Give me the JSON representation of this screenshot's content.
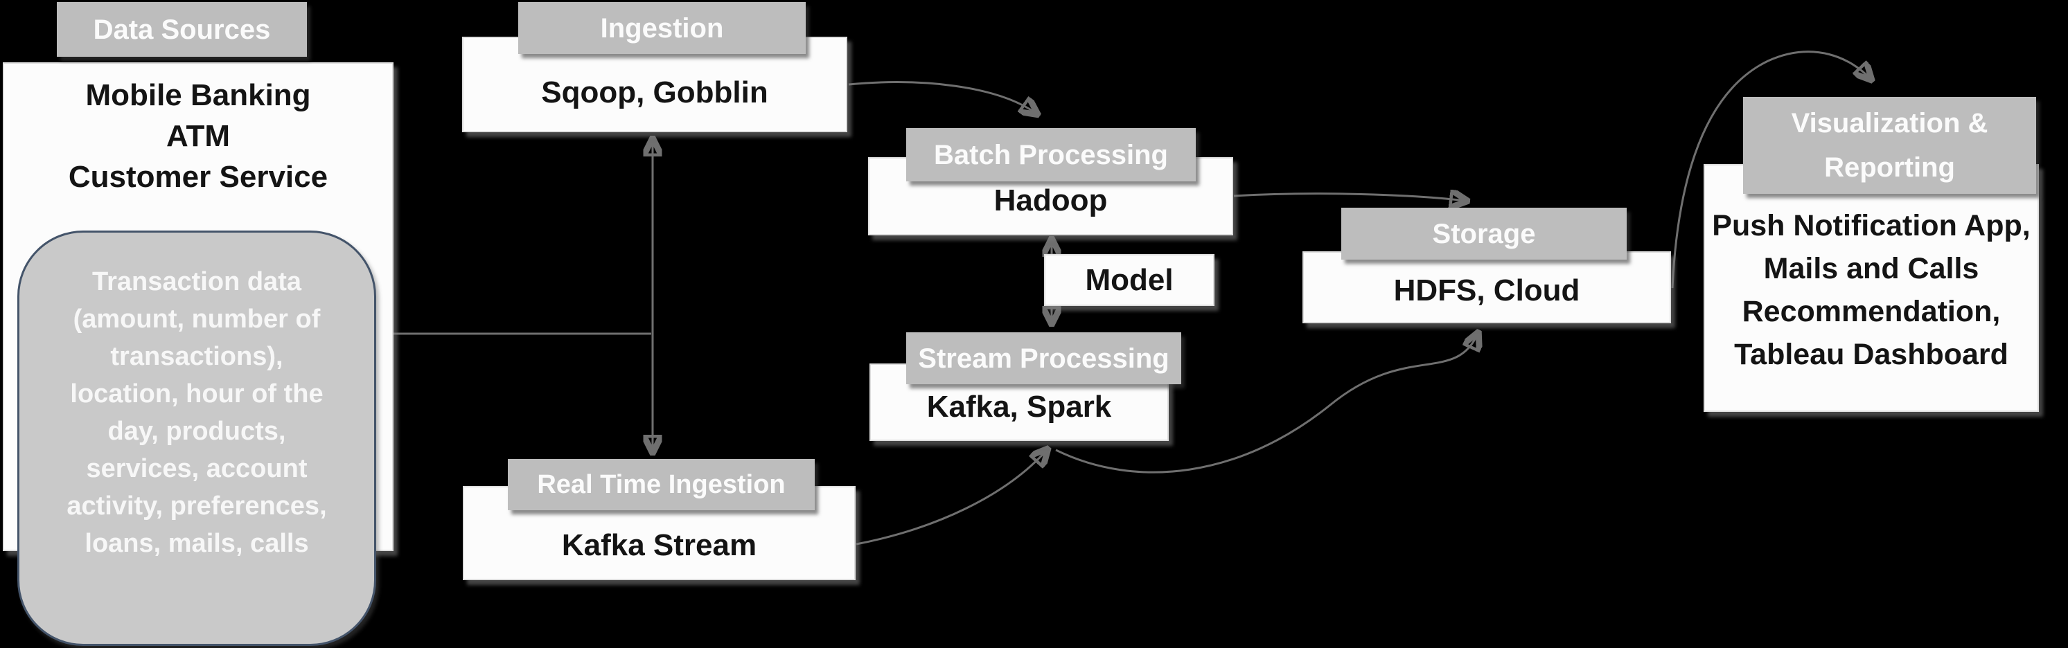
{
  "diagram": {
    "background_color": "#000000",
    "header_fill": "#bdbdbd",
    "box_fill": "#fcfcfc",
    "note_fill": "#c9c9c9",
    "note_border": "#44546a",
    "line_color": "#6f6f6f",
    "nodes": {
      "data_sources": {
        "title": "Data Sources",
        "lines": [
          "Mobile Banking",
          "ATM",
          "Customer Service"
        ]
      },
      "transaction_note": {
        "lines": [
          "Transaction data",
          "(amount, number of",
          "transactions),",
          "location, hour of the",
          "day, products,",
          "services, account",
          "activity, preferences,",
          "loans, mails, calls"
        ]
      },
      "ingestion": {
        "title": "Ingestion",
        "body": "Sqoop, Gobblin"
      },
      "real_time_ingestion": {
        "title": "Real Time Ingestion",
        "body": "Kafka Stream"
      },
      "batch_processing": {
        "title": "Batch Processing",
        "body": "Hadoop"
      },
      "model": {
        "body": "Model"
      },
      "stream_processing": {
        "title": "Stream Processing",
        "body": "Kafka, Spark"
      },
      "storage": {
        "title": "Storage",
        "body": "HDFS, Cloud"
      },
      "visualization": {
        "title_lines": [
          "Visualization &",
          "Reporting"
        ],
        "body_lines": [
          "Push Notification App,",
          "Mails and Calls",
          "Recommendation,",
          "Tableau Dashboard"
        ]
      }
    },
    "connectors": [
      {
        "from": "data-sources",
        "to": "ingestion-line",
        "style": "plain"
      },
      {
        "from": "ingestion",
        "to": "real-time-ingestion",
        "style": "double-arrow"
      },
      {
        "from": "ingestion",
        "to": "batch-processing",
        "style": "arrow"
      },
      {
        "from": "batch-processing",
        "to": "storage",
        "style": "arrow"
      },
      {
        "from": "batch-processing",
        "to": "stream-processing",
        "style": "double-arrow-through-model"
      },
      {
        "from": "real-time-ingestion",
        "to": "stream-processing",
        "style": "arrow"
      },
      {
        "from": "stream-processing",
        "to": "storage",
        "style": "arrow"
      },
      {
        "from": "storage",
        "to": "visualization-reporting",
        "style": "arrow"
      }
    ]
  }
}
